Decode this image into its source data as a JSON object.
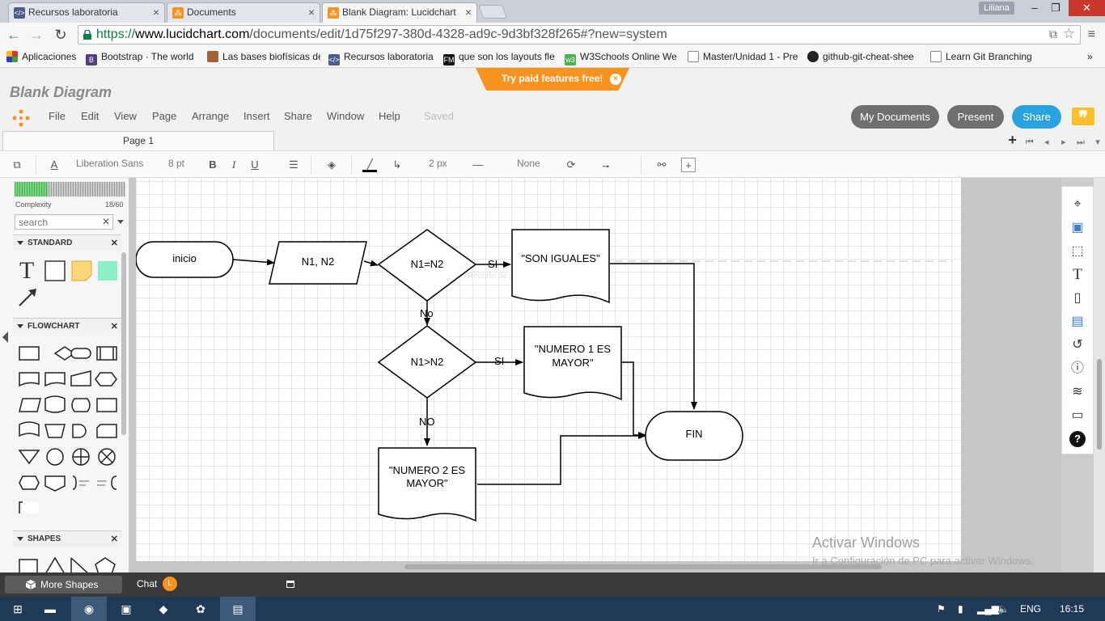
{
  "browser": {
    "tabs": [
      {
        "label": "Recursos laboratoria",
        "active": false
      },
      {
        "label": "Documents",
        "active": false
      },
      {
        "label": "Blank Diagram: Lucidchart",
        "active": true
      }
    ],
    "user": "Liliana",
    "url": {
      "scheme": "https://",
      "host": "www.lucidchart.com",
      "path": "/documents/edit/1d75f297-380d-4328-ad9c-9d3bf328f265#?new=system"
    },
    "bookmarks": [
      "Aplicaciones",
      "Bootstrap · The world",
      "Las bases biofísicas de",
      "Recursos laboratoria",
      "que son los layouts fle",
      "W3Schools Online We",
      "Master/Unidad 1 - Pre",
      "github-git-cheat-shee",
      "Learn Git Branching"
    ],
    "bookmarks_more": "»"
  },
  "app": {
    "doc_title": "Blank Diagram",
    "promo": "Try paid features free!",
    "menu": [
      "File",
      "Edit",
      "View",
      "Page",
      "Arrange",
      "Insert",
      "Share",
      "Window",
      "Help"
    ],
    "saved": "Saved",
    "buttons": {
      "my_documents": "My Documents",
      "present": "Present",
      "share": "Share"
    },
    "quote_icon": "❞",
    "page_tab": "Page 1"
  },
  "toolbar": {
    "font": "Liberation Sans",
    "font_size": "8 pt",
    "bold": "B",
    "italic": "I",
    "underline": "U",
    "line_width": "2 px",
    "line_end": "None"
  },
  "left_panel": {
    "complexity_label": "Complexity",
    "complexity_count": "18/60",
    "complexity_fraction": 0.3,
    "search_placeholder": "search",
    "sections": [
      "STANDARD",
      "FLOWCHART",
      "SHAPES"
    ],
    "text_glyph": "T"
  },
  "diagram": {
    "inicio": "inicio",
    "input": "N1, N2",
    "decision1": "N1=N2",
    "decision2": "N1>N2",
    "doc_equal": "\"SON IGUALES\"",
    "doc_n1": [
      "\"NUMERO 1 ES",
      "MAYOR\""
    ],
    "doc_n2": [
      "\"NUMERO 2 ES",
      "MAYOR\""
    ],
    "fin": "FIN",
    "label_si1": "SI",
    "label_no1": "No",
    "label_si2": "SI",
    "label_no2": "NO",
    "ghost_text": "Recorte de pantalla completa"
  },
  "watermark": {
    "line1": "Activar Windows",
    "line2": "Ir a Configuración de PC para activar Windows."
  },
  "bottom": {
    "more_shapes": "More Shapes",
    "chat": "Chat",
    "chat_avatar": "L"
  },
  "taskbar": {
    "lang": "ENG",
    "time": "16:15"
  },
  "colors": {
    "lucid_orange": "#f7931e",
    "share_blue": "#29a3e0",
    "pill_gray": "#6f6f6f",
    "taskbar": "#1f3a56"
  }
}
